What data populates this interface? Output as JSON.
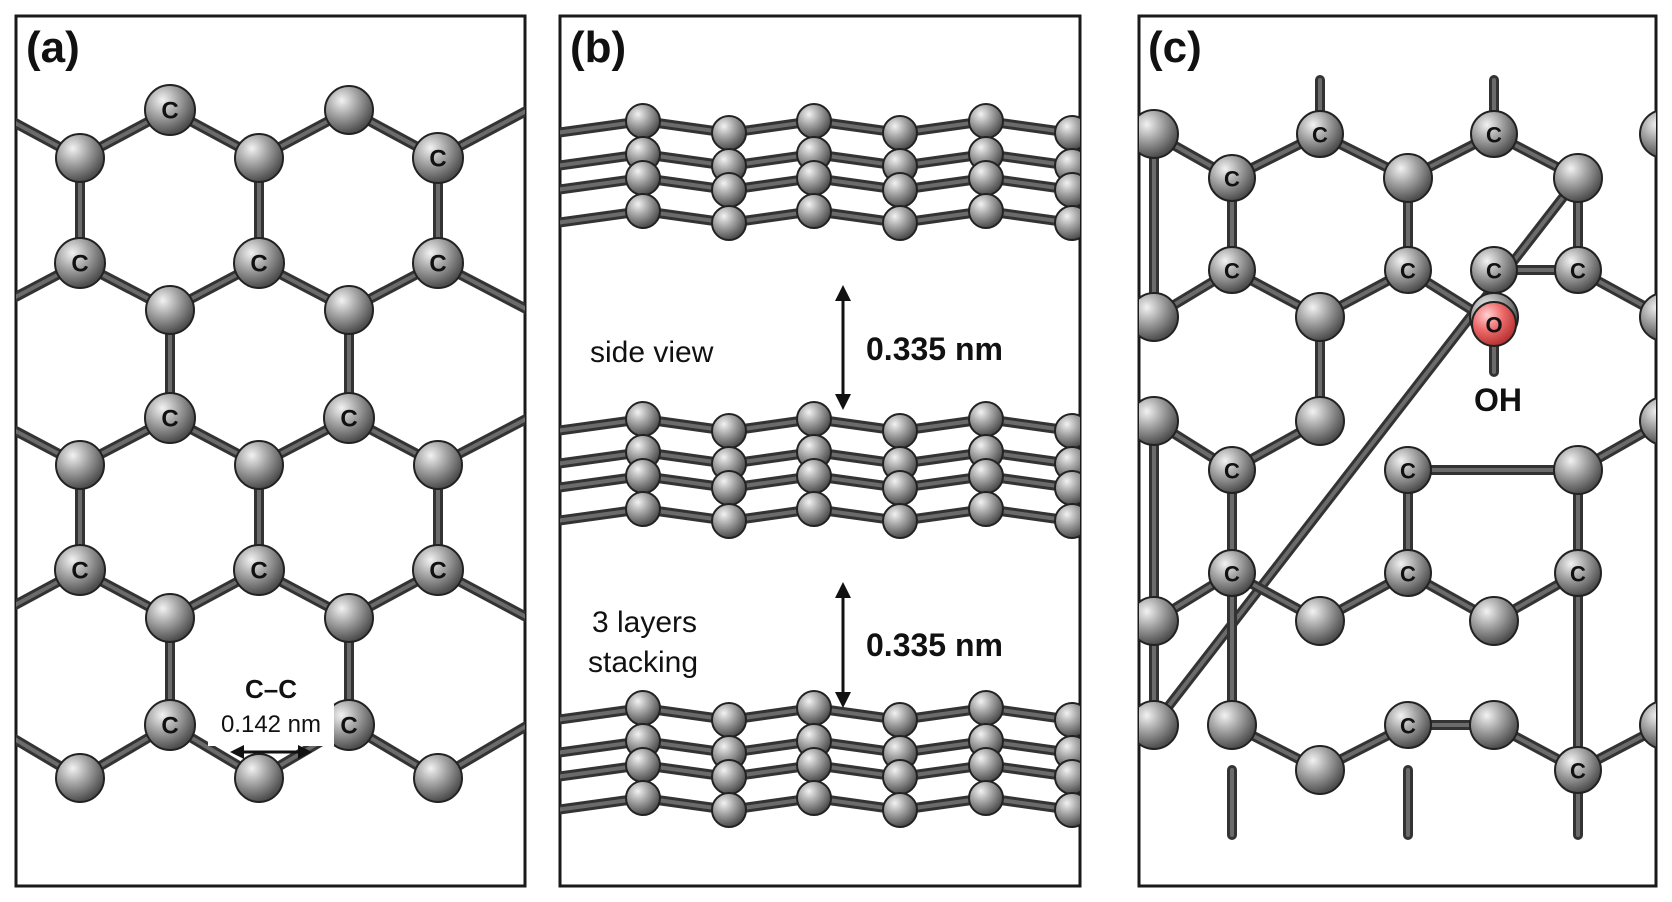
{
  "panels": [
    {
      "label": "(a)"
    },
    {
      "label": "(b)"
    },
    {
      "label": "(c)"
    }
  ],
  "panel_a": {
    "atom_label": "C",
    "bond_label": "C–C",
    "bond_length": "0.142 nm"
  },
  "panel_b": {
    "view_label": "side view",
    "stack_label_line1": "3 layers",
    "stack_label_line2": "stacking",
    "spacing_top": "0.335 nm",
    "spacing_bottom": "0.335 nm"
  },
  "panel_c": {
    "atom_label": "C",
    "oxygen_label": "O",
    "group_label": "OH"
  },
  "colors": {
    "carbon": "#8a8a8a",
    "oxygen": "#e85a5a",
    "bond": "#333333"
  }
}
